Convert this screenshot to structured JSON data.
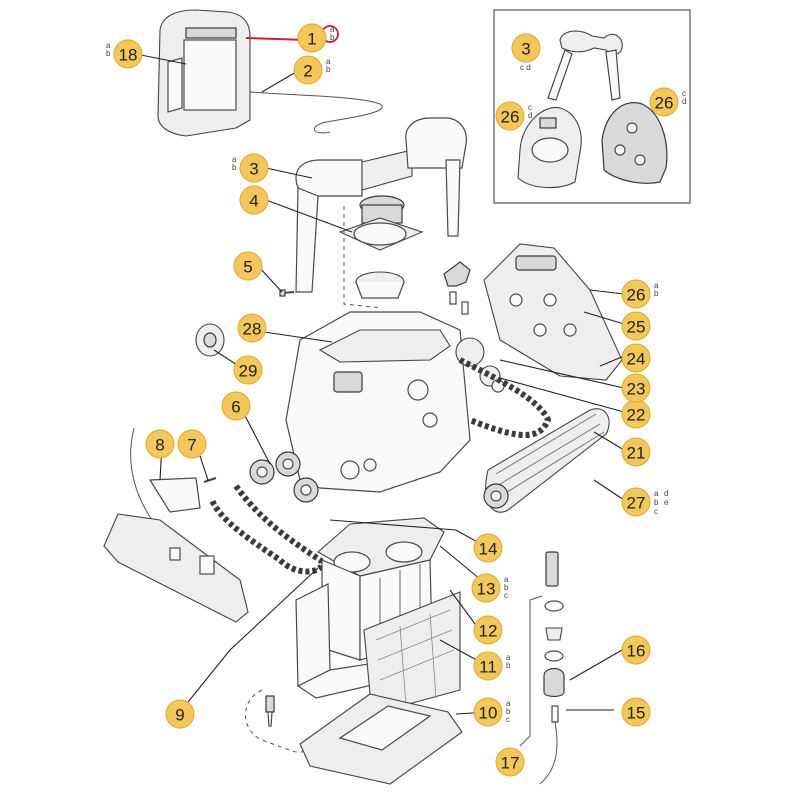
{
  "colors": {
    "callout_fill": "#F3C75C",
    "callout_stroke": "#E0A82E",
    "highlight_leader": "#D0202A"
  },
  "callouts": {
    "c1": {
      "number": "1",
      "letters": [
        "a",
        "b"
      ]
    },
    "c2": {
      "number": "2",
      "letters": [
        "a",
        "b"
      ]
    },
    "c3": {
      "number": "3",
      "letters": [
        "a",
        "b"
      ]
    },
    "c3_inset": {
      "number": "3",
      "letters": [
        "c",
        "d"
      ]
    },
    "c4": {
      "number": "4",
      "letters": []
    },
    "c5": {
      "number": "5",
      "letters": []
    },
    "c6": {
      "number": "6",
      "letters": []
    },
    "c7": {
      "number": "7",
      "letters": []
    },
    "c8": {
      "number": "8",
      "letters": []
    },
    "c9": {
      "number": "9",
      "letters": []
    },
    "c10": {
      "number": "10",
      "letters": [
        "a",
        "b",
        "c"
      ]
    },
    "c11": {
      "number": "11",
      "letters": [
        "a",
        "b"
      ]
    },
    "c12": {
      "number": "12",
      "letters": []
    },
    "c13": {
      "number": "13",
      "letters": [
        "a",
        "b",
        "c"
      ]
    },
    "c14": {
      "number": "14",
      "letters": []
    },
    "c15": {
      "number": "15",
      "letters": []
    },
    "c16": {
      "number": "16",
      "letters": []
    },
    "c17": {
      "number": "17",
      "letters": []
    },
    "c18": {
      "number": "18",
      "letters": [
        "a",
        "b"
      ]
    },
    "c21": {
      "number": "21",
      "letters": []
    },
    "c22": {
      "number": "22",
      "letters": []
    },
    "c23": {
      "number": "23",
      "letters": []
    },
    "c24": {
      "number": "24",
      "letters": []
    },
    "c25": {
      "number": "25",
      "letters": []
    },
    "c26": {
      "number": "26",
      "letters": [
        "a",
        "b"
      ]
    },
    "c26_inset_left": {
      "number": "26",
      "letters": [
        "c",
        "d"
      ]
    },
    "c26_inset_right": {
      "number": "26",
      "letters": [
        "c",
        "d"
      ]
    },
    "c27": {
      "number": "27",
      "letters": [
        "a",
        "d",
        "b",
        "e",
        "c"
      ]
    },
    "c28": {
      "number": "28",
      "letters": []
    },
    "c29": {
      "number": "29",
      "letters": []
    }
  }
}
